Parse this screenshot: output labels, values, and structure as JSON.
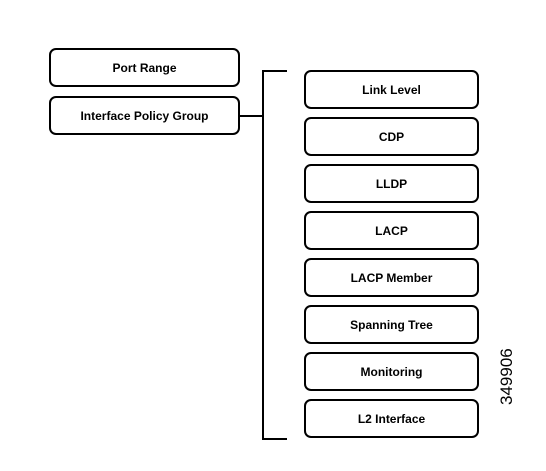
{
  "left_boxes": [
    "Port Range",
    "Interface Policy Group"
  ],
  "right_boxes": [
    "Link Level",
    "CDP",
    "LLDP",
    "LACP",
    "LACP Member",
    "Spanning Tree",
    "Monitoring",
    "L2 Interface"
  ],
  "figure_id": "349906"
}
